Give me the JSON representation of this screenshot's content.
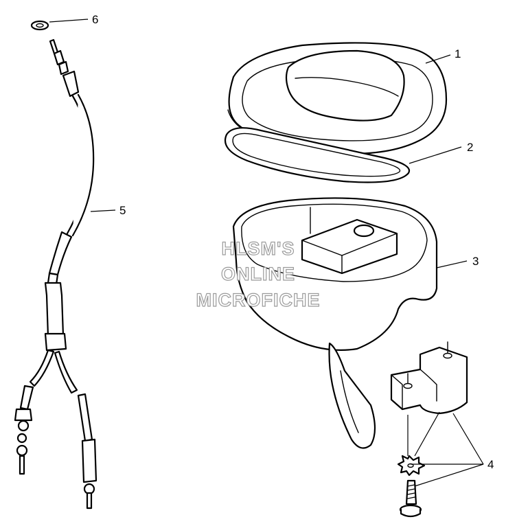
{
  "callouts": {
    "c1": "1",
    "c2": "2",
    "c3": "3",
    "c4": "4",
    "c5": "5",
    "c6": "6"
  },
  "watermark": {
    "line1": "HLSM'S",
    "line2": "ONLINE",
    "line3": "MICROFICHE"
  },
  "colors": {
    "line": "#000000",
    "background": "#ffffff",
    "watermark_outline": "#9a9a9a"
  }
}
